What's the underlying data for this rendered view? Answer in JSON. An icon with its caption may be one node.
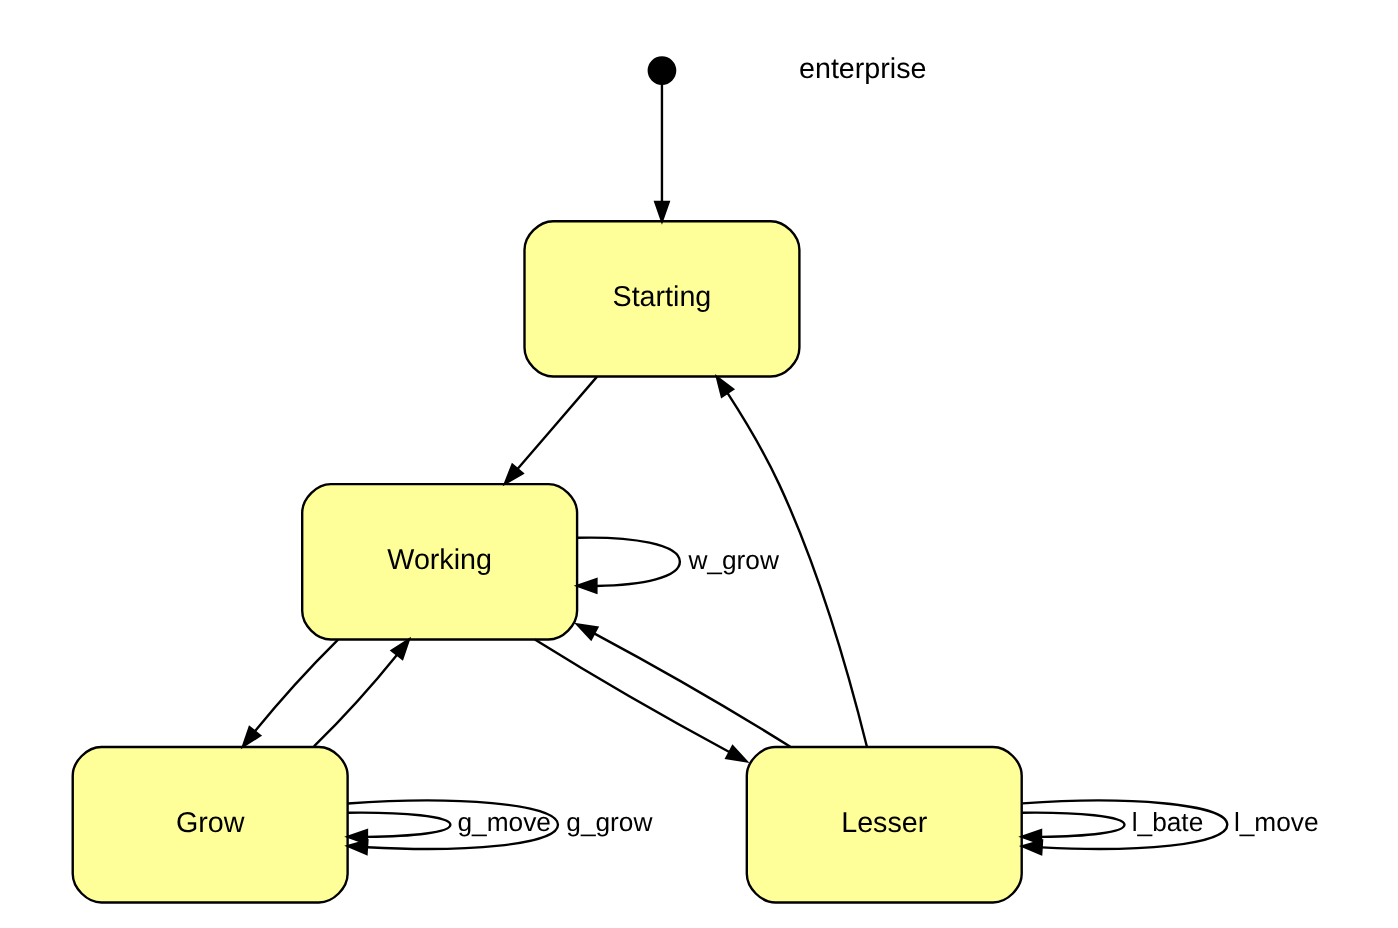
{
  "diagram": {
    "nodes": [
      {
        "text": [],
        "shape": "circle"
      },
      {
        "text": [
          "Starting"
        ]
      },
      {
        "text": [
          "Working"
        ]
      },
      {
        "text": [
          "Grow"
        ]
      },
      {
        "text": [
          "Lesser"
        ]
      }
    ],
    "edges": [
      {
        "from": 0,
        "to": 1,
        "arrow": "to"
      },
      {
        "from": 1,
        "to": 2,
        "arrow": "to"
      },
      {
        "from": 2,
        "to": 3,
        "arrow": "to"
      },
      {
        "from": 3,
        "to": 2,
        "arrow": "to"
      },
      {
        "from": 2,
        "to": 4,
        "arrow": "to"
      },
      {
        "from": 4,
        "to": 2,
        "arrow": "to"
      },
      {
        "from": 4,
        "to": 1,
        "arrow": "to"
      },
      {
        "from": 3,
        "to": 3,
        "label": "g_move",
        "arrow": "to"
      },
      {
        "from": 3,
        "to": 3,
        "label": "g_grow",
        "arrow": "to"
      },
      {
        "from": 4,
        "to": 4,
        "label": "l_bate",
        "arrow": "to"
      },
      {
        "from": 4,
        "to": 4,
        "label": "l_move",
        "arrow": "to"
      },
      {
        "from": 2,
        "to": 2,
        "label": "w_grow",
        "arrow": "to"
      }
    ],
    "labels": [
      "enterprise"
    ]
  }
}
